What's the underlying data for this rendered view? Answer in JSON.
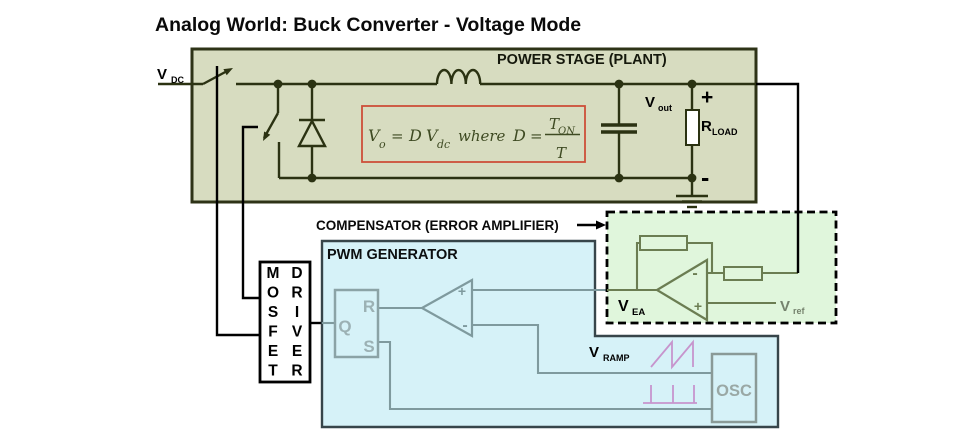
{
  "title": "Analog World:  Buck Converter - Voltage Mode",
  "power_stage": {
    "label": "POWER STAGE (PLANT)",
    "vdc_base": "V",
    "vdc_sub": "DC",
    "vout_base": "V",
    "vout_sub": "out",
    "rload_base": "R",
    "rload_sub": "LOAD",
    "plus": "+",
    "minus": "-",
    "formula": {
      "v1": "V",
      "sub1": "o",
      "eq": "=",
      "d": "D",
      "v2": "V",
      "sub2": "dc",
      "where": "where",
      "d2": "D",
      "eq2": "=",
      "num": "T",
      "num_sub": "ON",
      "den": "T"
    }
  },
  "compensator": {
    "callout": "COMPENSATOR (ERROR AMPLIFIER)",
    "vea_base": "V",
    "vea_sub": "EA",
    "vref_base": "V",
    "vref_sub": "ref",
    "opamp_minus": "-",
    "opamp_plus": "+"
  },
  "pwm": {
    "label": "PWM GENERATOR",
    "r": "R",
    "q": "Q",
    "s": "S",
    "cmp_plus": "+",
    "cmp_minus": "-",
    "osc": "OSC",
    "vramp_base": "V",
    "vramp_sub": "RAMP"
  },
  "driver": {
    "col1": [
      "M",
      "O",
      "S",
      "F",
      "E",
      "T"
    ],
    "col2": [
      "D",
      "R",
      "I",
      "V",
      "E",
      "R"
    ]
  },
  "colors": {
    "power_bg": "#d7dcc0",
    "power_wire": "#2b3212",
    "power_border": "#2e3317",
    "formula_border": "#cd4f38",
    "formula_text": "#3e4a22",
    "comp_bg": "#e0f6dc",
    "comp_wire": "#6b7d52",
    "pwm_bg": "#d6f2f8",
    "pwm_wire": "#7f9a9e",
    "pwm_border": "#37454a",
    "latch_text": "#9cb1b4",
    "osc_text": "#9aa8a5",
    "wave": "#c795cd",
    "vref_text": "#75826d"
  }
}
